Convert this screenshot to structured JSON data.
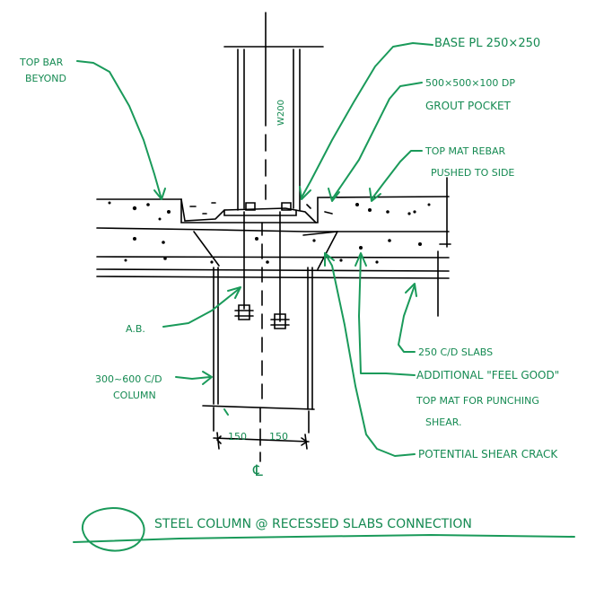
{
  "colors": {
    "ink": "#000000",
    "annotation": "#1a9a5a"
  },
  "labels": {
    "top_bar_line1": "TOP BAR",
    "top_bar_line2": "BEYOND",
    "base_plate": "BASE PL 250×250",
    "grout_line1": "500×500×100 DP",
    "grout_line2": "GROUT POCKET",
    "rebar_line1": "TOP MAT REBAR",
    "rebar_line2": "PUSHED TO SIDE",
    "section": "W200",
    "anchor_bolt": "A.B.",
    "column_line1": "300~600 C/D",
    "column_line2": "COLUMN",
    "slab": "250 C/D SLABS",
    "extra_line1": "ADDITIONAL \"FEEL GOOD\"",
    "extra_line2": "TOP MAT FOR PUNCHING",
    "extra_line3": "SHEAR.",
    "crack": "POTENTIAL SHEAR CRACK",
    "dim_left": "150",
    "dim_right": "150",
    "centerline": "℄",
    "title": "STEEL COLUMN @ RECESSED SLABS CONNECTION"
  }
}
